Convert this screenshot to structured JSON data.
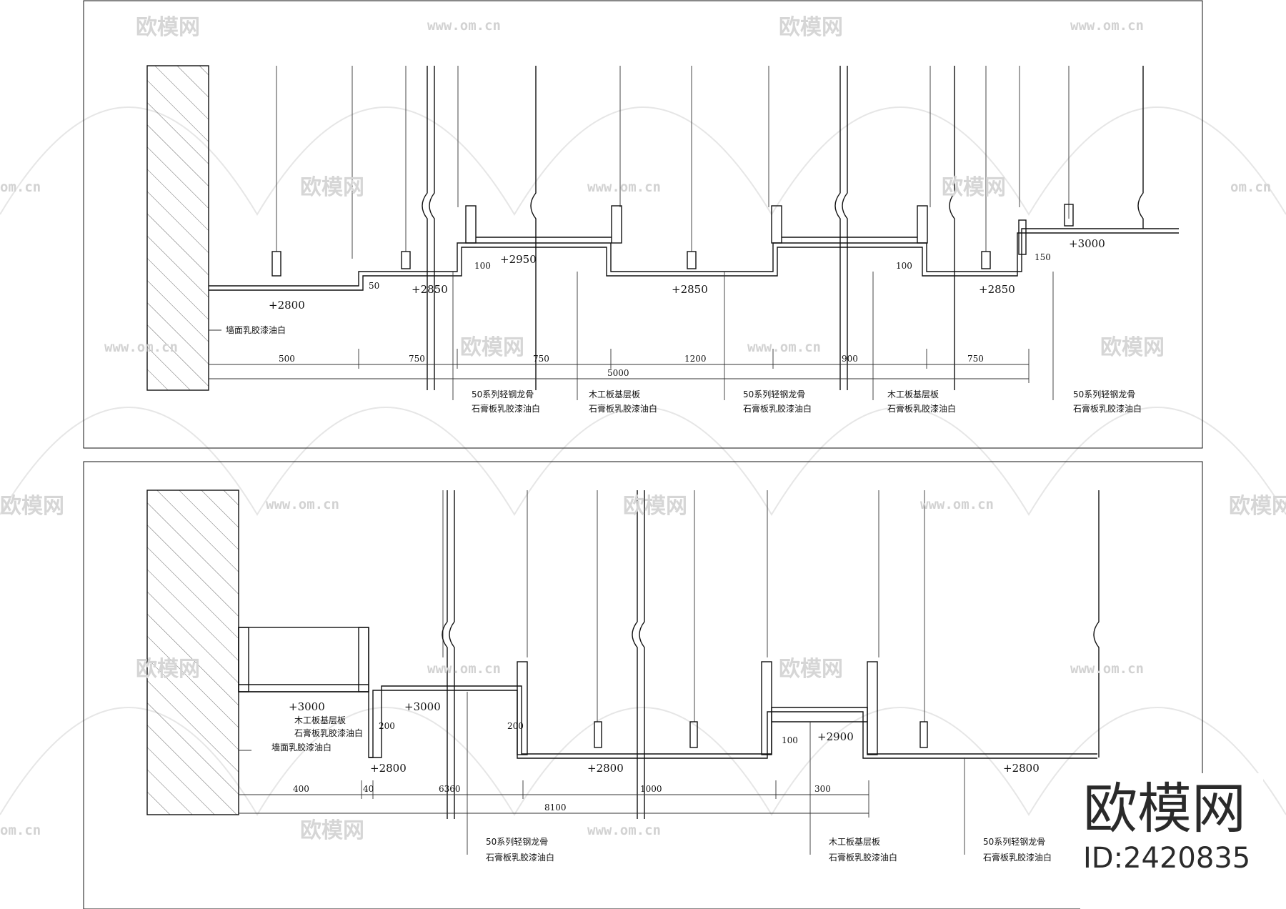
{
  "brand": {
    "logo_text": "欧模网",
    "id_text": "ID:2420835"
  },
  "watermark": {
    "text": "欧模网",
    "url": "www.om.cn",
    "url_short": "om.cn"
  },
  "top_section": {
    "wall_note": "墙面乳胶漆油白",
    "elevations": [
      "+2800",
      "+2850",
      "+2950",
      "+2850",
      "+2850",
      "+3000"
    ],
    "dims_small": [
      "50",
      "100",
      "100",
      "150"
    ],
    "dims_row": [
      "500",
      "750",
      "750",
      "1200",
      "900",
      "750"
    ],
    "dim_total": "5000",
    "labels": [
      {
        "a": "50系列轻钢龙骨",
        "b": "石膏板乳胶漆油白"
      },
      {
        "a": "木工板基层板",
        "b": "石膏板乳胶漆油白"
      },
      {
        "a": "50系列轻钢龙骨",
        "b": "石膏板乳胶漆油白"
      },
      {
        "a": "木工板基层板",
        "b": "石膏板乳胶漆油白"
      },
      {
        "a": "50系列轻钢龙骨",
        "b": "石膏板乳胶漆油白"
      }
    ]
  },
  "bottom_section": {
    "wall_note": "墙面乳胶漆油白",
    "box_labels": {
      "a": "木工板基层板",
      "b": "石膏板乳胶漆油白"
    },
    "elevations": [
      "+3000",
      "+3000",
      "+2800",
      "+2800",
      "+2900",
      "+2800"
    ],
    "dims_small": [
      "200",
      "200",
      "100"
    ],
    "dims_row": [
      "400",
      "40",
      "6360",
      "1000",
      "300"
    ],
    "dim_total": "8100",
    "labels": [
      {
        "a": "50系列轻钢龙骨",
        "b": "石膏板乳胶漆油白"
      },
      {
        "a": "木工板基层板",
        "b": "石膏板乳胶漆油白"
      },
      {
        "a": "50系列轻钢龙骨",
        "b": "石膏板乳胶漆油白"
      }
    ]
  }
}
